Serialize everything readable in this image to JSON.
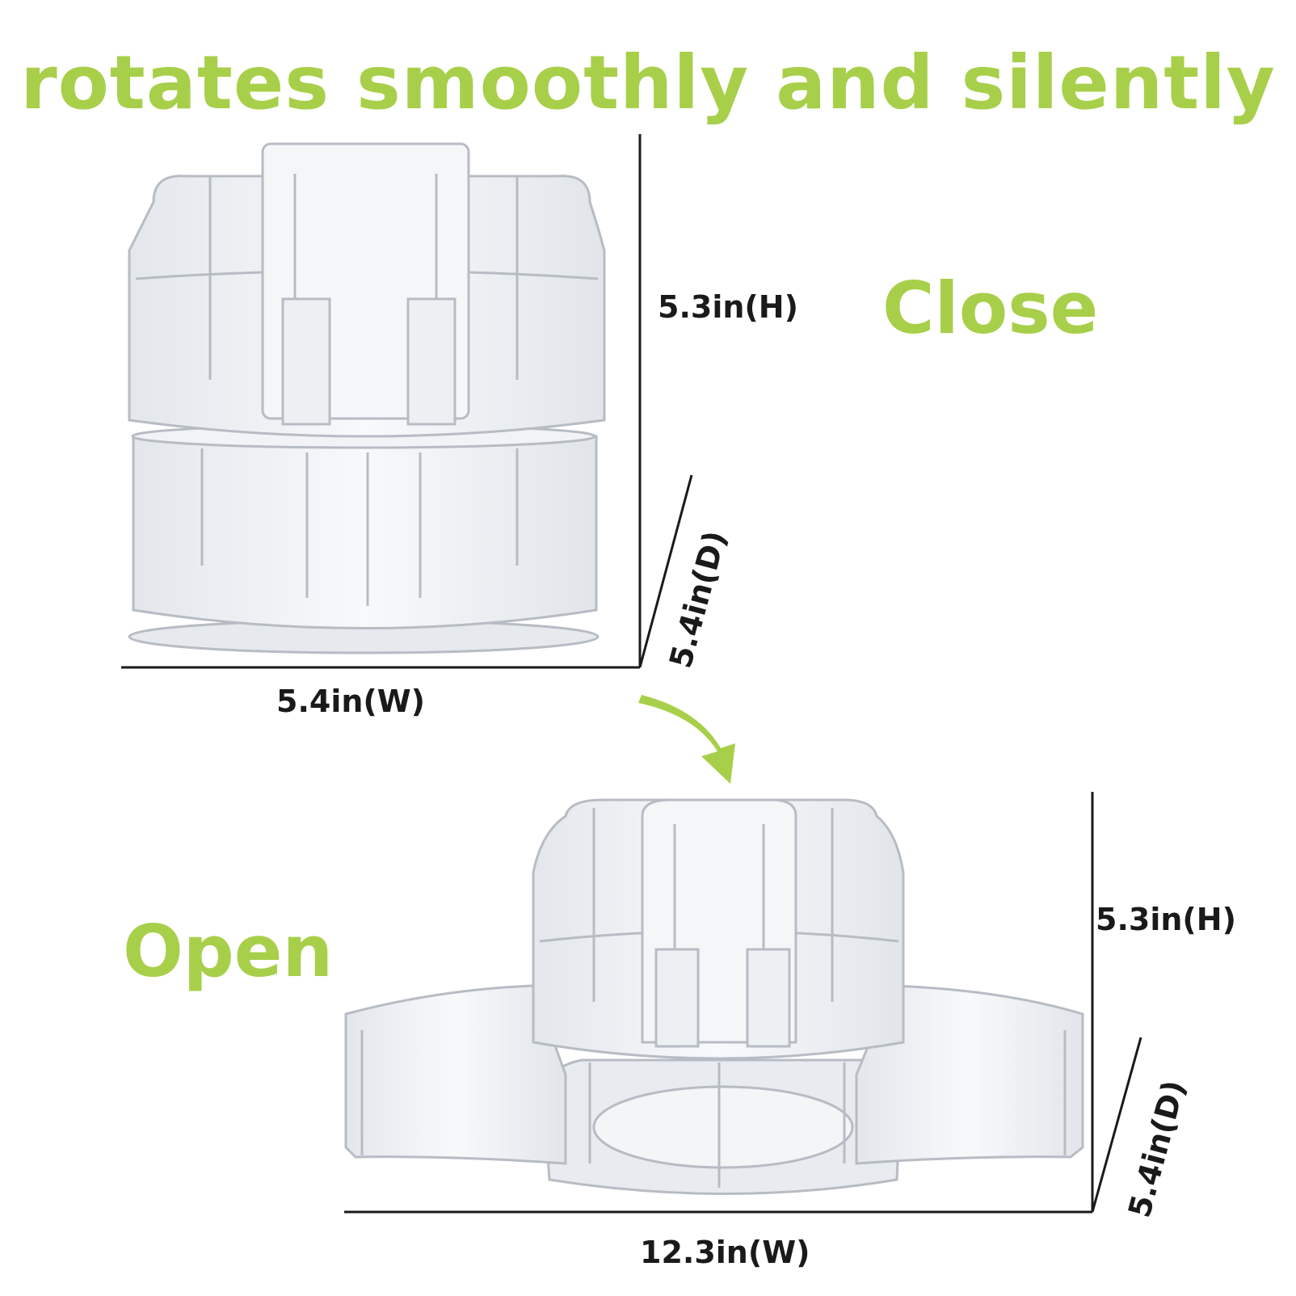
{
  "headline": "rotates smoothly and silently",
  "states": {
    "close": {
      "label": "Close",
      "height": "5.3in(H)",
      "depth": "5.4in(D)",
      "width": "5.4in(W)"
    },
    "open": {
      "label": "Open",
      "height": "5.3in(H)",
      "depth": "5.4in(D)",
      "width": "12.3in(W)"
    }
  },
  "colors": {
    "accent": "#a8cf4a",
    "line": "#1a1a1a",
    "acrylic_edge": "#b9bec6",
    "acrylic_fill": "#eef1f4"
  },
  "icons": {
    "arrow": "curved-arrow-down-right-icon"
  }
}
